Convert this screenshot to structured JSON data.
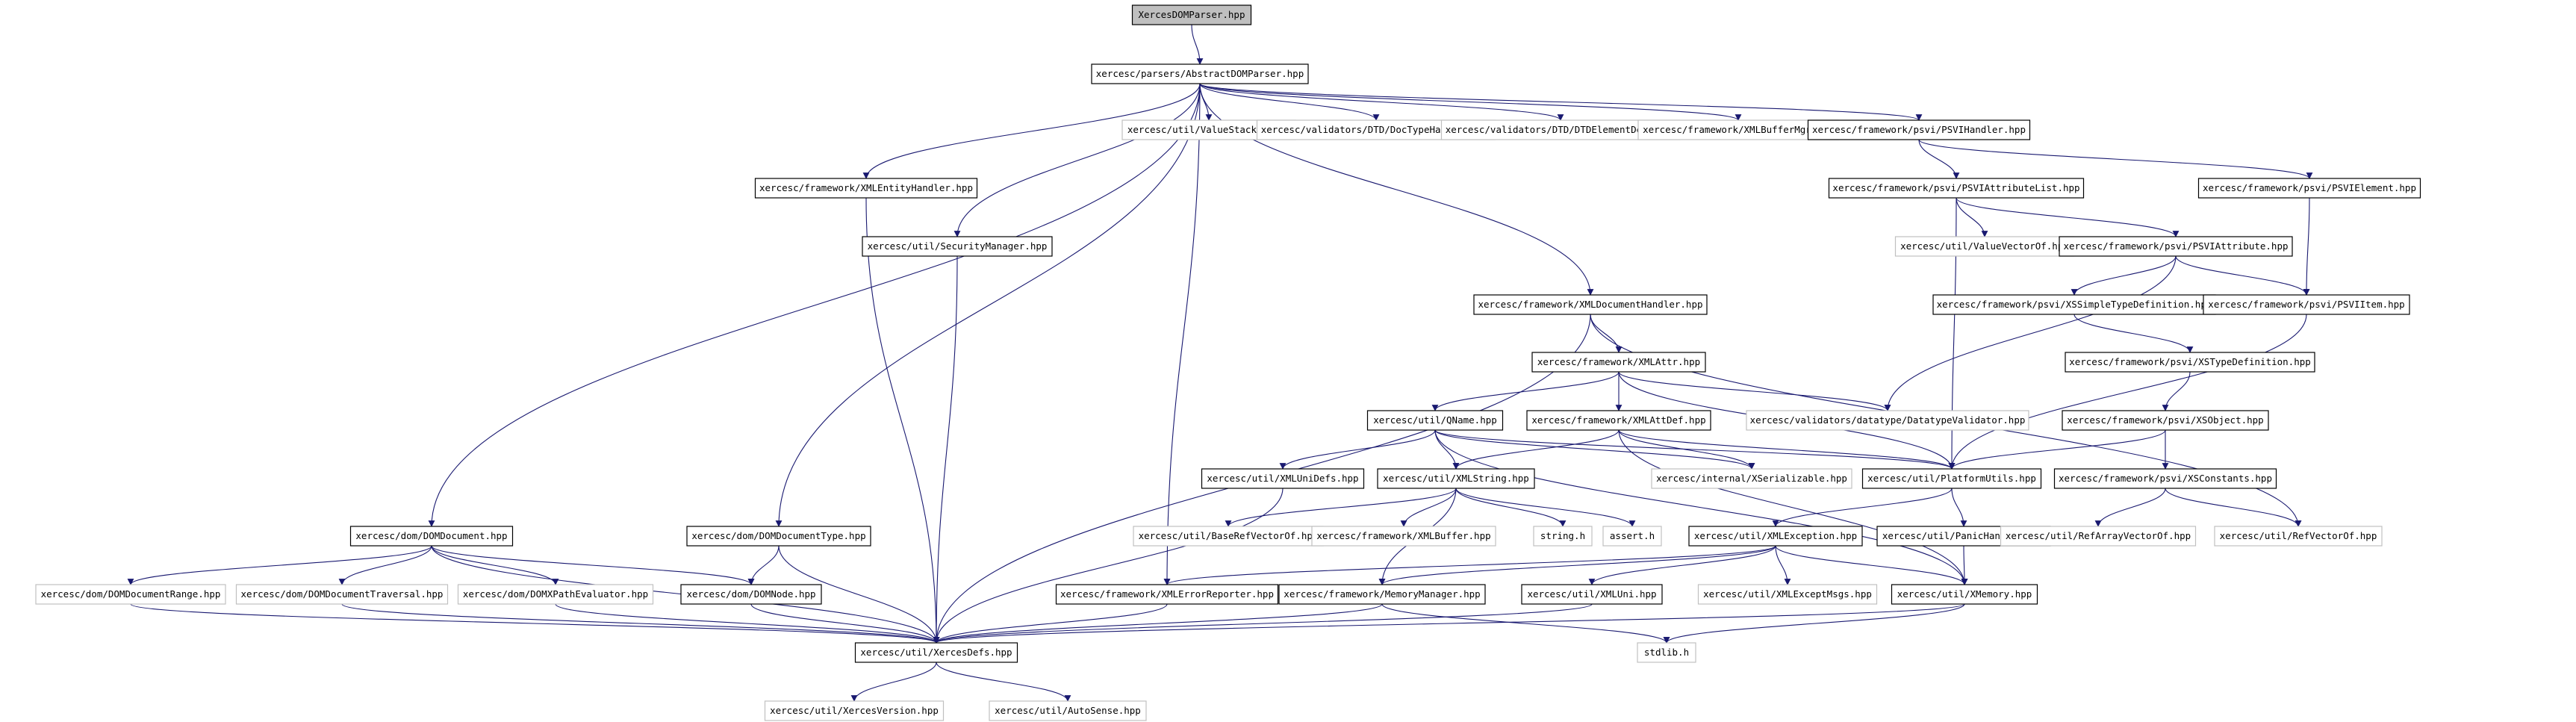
{
  "diagram": {
    "nodes": [
      {
        "id": "root",
        "label": "XercesDOMParser.hpp",
        "kind": "root"
      },
      {
        "id": "abs",
        "label": "xercesc/parsers/AbstractDOMParser.hpp",
        "kind": "linked"
      },
      {
        "id": "vstack",
        "label": "xercesc/util/ValueStackOf.hpp",
        "kind": "leaf"
      },
      {
        "id": "doctype",
        "label": "xercesc/validators/DTD/DocTypeHandler.hpp",
        "kind": "leaf"
      },
      {
        "id": "dtdel",
        "label": "xercesc/validators/DTD/DTDElementDecl.hpp",
        "kind": "leaf"
      },
      {
        "id": "xbufmgr",
        "label": "xercesc/framework/XMLBufferMgr.hpp",
        "kind": "leaf"
      },
      {
        "id": "psvih",
        "label": "xercesc/framework/psvi/PSVIHandler.hpp",
        "kind": "linked"
      },
      {
        "id": "entity",
        "label": "xercesc/framework/XMLEntityHandler.hpp",
        "kind": "linked"
      },
      {
        "id": "psvial",
        "label": "xercesc/framework/psvi/PSVIAttributeList.hpp",
        "kind": "linked"
      },
      {
        "id": "psvie",
        "label": "xercesc/framework/psvi/PSVIElement.hpp",
        "kind": "linked"
      },
      {
        "id": "secmgr",
        "label": "xercesc/util/SecurityManager.hpp",
        "kind": "linked"
      },
      {
        "id": "vvec",
        "label": "xercesc/util/ValueVectorOf.hpp",
        "kind": "leaf"
      },
      {
        "id": "psvia",
        "label": "xercesc/framework/psvi/PSVIAttribute.hpp",
        "kind": "linked"
      },
      {
        "id": "xdoch",
        "label": "xercesc/framework/XMLDocumentHandler.hpp",
        "kind": "linked"
      },
      {
        "id": "xssimple",
        "label": "xercesc/framework/psvi/XSSimpleTypeDefinition.hpp",
        "kind": "linked"
      },
      {
        "id": "psviitem",
        "label": "xercesc/framework/psvi/PSVIItem.hpp",
        "kind": "linked"
      },
      {
        "id": "xmlattr",
        "label": "xercesc/framework/XMLAttr.hpp",
        "kind": "linked"
      },
      {
        "id": "xstype",
        "label": "xercesc/framework/psvi/XSTypeDefinition.hpp",
        "kind": "linked"
      },
      {
        "id": "qname",
        "label": "xercesc/util/QName.hpp",
        "kind": "linked"
      },
      {
        "id": "attdef",
        "label": "xercesc/framework/XMLAttDef.hpp",
        "kind": "linked"
      },
      {
        "id": "dtval",
        "label": "xercesc/validators/datatype/DatatypeValidator.hpp",
        "kind": "leaf"
      },
      {
        "id": "xsobj",
        "label": "xercesc/framework/psvi/XSObject.hpp",
        "kind": "linked"
      },
      {
        "id": "unidefs",
        "label": "xercesc/util/XMLUniDefs.hpp",
        "kind": "linked"
      },
      {
        "id": "xmlstr",
        "label": "xercesc/util/XMLString.hpp",
        "kind": "linked"
      },
      {
        "id": "xser",
        "label": "xercesc/internal/XSerializable.hpp",
        "kind": "leaf"
      },
      {
        "id": "platform",
        "label": "xercesc/util/PlatformUtils.hpp",
        "kind": "linked"
      },
      {
        "id": "xsconst",
        "label": "xercesc/framework/psvi/XSConstants.hpp",
        "kind": "linked"
      },
      {
        "id": "domdoc",
        "label": "xercesc/dom/DOMDocument.hpp",
        "kind": "linked"
      },
      {
        "id": "domdoctype",
        "label": "xercesc/dom/DOMDocumentType.hpp",
        "kind": "linked"
      },
      {
        "id": "baseref",
        "label": "xercesc/util/BaseRefVectorOf.hpp",
        "kind": "leaf"
      },
      {
        "id": "xbuf",
        "label": "xercesc/framework/XMLBuffer.hpp",
        "kind": "leaf"
      },
      {
        "id": "stringh",
        "label": "string.h",
        "kind": "leaf"
      },
      {
        "id": "asserth",
        "label": "assert.h",
        "kind": "leaf"
      },
      {
        "id": "xexc",
        "label": "xercesc/util/XMLException.hpp",
        "kind": "linked"
      },
      {
        "id": "panic",
        "label": "xercesc/util/PanicHandler.hpp",
        "kind": "linked"
      },
      {
        "id": "refarr",
        "label": "xercesc/util/RefArrayVectorOf.hpp",
        "kind": "leaf"
      },
      {
        "id": "refvec",
        "label": "xercesc/util/RefVectorOf.hpp",
        "kind": "leaf"
      },
      {
        "id": "domrange",
        "label": "xercesc/dom/DOMDocumentRange.hpp",
        "kind": "leaf"
      },
      {
        "id": "domtrav",
        "label": "xercesc/dom/DOMDocumentTraversal.hpp",
        "kind": "leaf"
      },
      {
        "id": "domxpath",
        "label": "xercesc/dom/DOMXPathEvaluator.hpp",
        "kind": "leaf"
      },
      {
        "id": "domnode",
        "label": "xercesc/dom/DOMNode.hpp",
        "kind": "linked"
      },
      {
        "id": "errrep",
        "label": "xercesc/framework/XMLErrorReporter.hpp",
        "kind": "linked"
      },
      {
        "id": "memmgr",
        "label": "xercesc/framework/MemoryManager.hpp",
        "kind": "linked"
      },
      {
        "id": "xmluni",
        "label": "xercesc/util/XMLUni.hpp",
        "kind": "linked"
      },
      {
        "id": "excmsg",
        "label": "xercesc/util/XMLExceptMsgs.hpp",
        "kind": "leaf"
      },
      {
        "id": "xmem",
        "label": "xercesc/util/XMemory.hpp",
        "kind": "linked"
      },
      {
        "id": "defs",
        "label": "xercesc/util/XercesDefs.hpp",
        "kind": "linked"
      },
      {
        "id": "stdlib",
        "label": "stdlib.h",
        "kind": "leaf"
      },
      {
        "id": "version",
        "label": "xercesc/util/XercesVersion.hpp",
        "kind": "leaf"
      },
      {
        "id": "autosense",
        "label": "xercesc/util/AutoSense.hpp",
        "kind": "leaf"
      }
    ],
    "edges": [
      [
        "root",
        "abs"
      ],
      [
        "abs",
        "vstack"
      ],
      [
        "abs",
        "doctype"
      ],
      [
        "abs",
        "dtdel"
      ],
      [
        "abs",
        "xbufmgr"
      ],
      [
        "abs",
        "psvih"
      ],
      [
        "abs",
        "entity"
      ],
      [
        "abs",
        "secmgr"
      ],
      [
        "abs",
        "xdoch"
      ],
      [
        "abs",
        "domdoc"
      ],
      [
        "abs",
        "domdoctype"
      ],
      [
        "abs",
        "errrep"
      ],
      [
        "psvih",
        "psvial"
      ],
      [
        "psvih",
        "psvie"
      ],
      [
        "psvial",
        "vvec"
      ],
      [
        "psvial",
        "psvia"
      ],
      [
        "psvial",
        "platform"
      ],
      [
        "psvie",
        "psviitem"
      ],
      [
        "psvia",
        "psviitem"
      ],
      [
        "psvia",
        "xssimple"
      ],
      [
        "psvia",
        "dtval"
      ],
      [
        "psviitem",
        "platform"
      ],
      [
        "xssimple",
        "xstype"
      ],
      [
        "xstype",
        "xsobj"
      ],
      [
        "xsobj",
        "xsconst"
      ],
      [
        "xsobj",
        "platform"
      ],
      [
        "xsconst",
        "refarr"
      ],
      [
        "xsconst",
        "refvec"
      ],
      [
        "entity",
        "defs"
      ],
      [
        "secmgr",
        "defs"
      ],
      [
        "xdoch",
        "xmlattr"
      ],
      [
        "xdoch",
        "refvec"
      ],
      [
        "xdoch",
        "defs"
      ],
      [
        "xmlattr",
        "qname"
      ],
      [
        "xmlattr",
        "attdef"
      ],
      [
        "xmlattr",
        "dtval"
      ],
      [
        "xmlattr",
        "platform"
      ],
      [
        "qname",
        "unidefs"
      ],
      [
        "qname",
        "xmlstr"
      ],
      [
        "qname",
        "xser"
      ],
      [
        "qname",
        "platform"
      ],
      [
        "qname",
        "xmem"
      ],
      [
        "attdef",
        "xmlstr"
      ],
      [
        "attdef",
        "xser"
      ],
      [
        "attdef",
        "platform"
      ],
      [
        "attdef",
        "xmem"
      ],
      [
        "unidefs",
        "defs"
      ],
      [
        "xmlstr",
        "baseref"
      ],
      [
        "xmlstr",
        "xbuf"
      ],
      [
        "xmlstr",
        "stringh"
      ],
      [
        "xmlstr",
        "asserth"
      ],
      [
        "xmlstr",
        "memmgr"
      ],
      [
        "platform",
        "xexc"
      ],
      [
        "platform",
        "panic"
      ],
      [
        "xexc",
        "errrep"
      ],
      [
        "xexc",
        "xmluni"
      ],
      [
        "xexc",
        "excmsg"
      ],
      [
        "xexc",
        "xmem"
      ],
      [
        "xexc",
        "memmgr"
      ],
      [
        "panic",
        "xmem"
      ],
      [
        "domdoc",
        "domrange"
      ],
      [
        "domdoc",
        "domtrav"
      ],
      [
        "domdoc",
        "domxpath"
      ],
      [
        "domdoc",
        "domnode"
      ],
      [
        "domdoc",
        "defs"
      ],
      [
        "domdoctype",
        "domnode"
      ],
      [
        "domdoctype",
        "defs"
      ],
      [
        "domrange",
        "defs"
      ],
      [
        "domtrav",
        "defs"
      ],
      [
        "domxpath",
        "defs"
      ],
      [
        "domnode",
        "defs"
      ],
      [
        "errrep",
        "defs"
      ],
      [
        "memmgr",
        "defs"
      ],
      [
        "memmgr",
        "stdlib"
      ],
      [
        "xmluni",
        "defs"
      ],
      [
        "xmem",
        "defs"
      ],
      [
        "xmem",
        "stdlib"
      ],
      [
        "defs",
        "version"
      ],
      [
        "defs",
        "autosense"
      ]
    ]
  }
}
